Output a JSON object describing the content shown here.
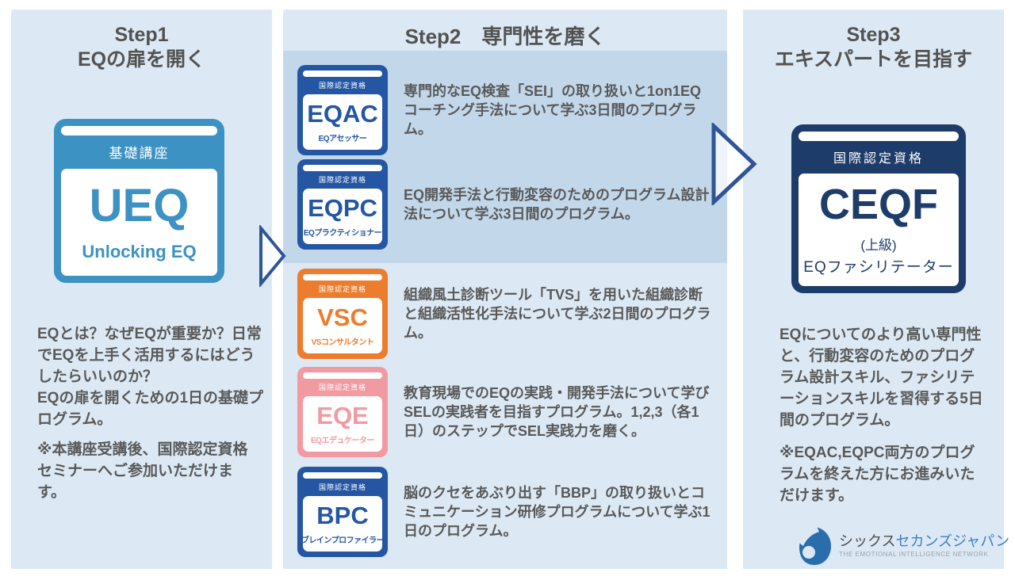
{
  "colors": {
    "panel_bg": "#dce9f5",
    "band_highlight": "#c3d7eb",
    "ueq_teal": "#3c92c2",
    "cert_blue": "#2456a4",
    "cert_orange": "#ec7c2e",
    "cert_pink": "#f29aa2",
    "ceqf_navy": "#1e3c69",
    "arrow_stroke": "#2f5597",
    "logo_blue": "#2a6dad"
  },
  "step1": {
    "title_line1": "Step1",
    "title_line2": "EQの扉を開く",
    "badge": {
      "band": "基礎講座",
      "acronym": "UEQ",
      "subtitle": "Unlocking EQ"
    },
    "description": "EQとは？なぜEQが重要か？日常でEQを上手く活用するにはどうしたらいいのか？\nEQの扉を開くための1日の基礎プログラム。",
    "note": "※本講座受講後、国際認定資格セミナーへご参加いただけます。"
  },
  "step2": {
    "title": "Step2　専門性を磨く",
    "rows": [
      {
        "band": "国際認定資格",
        "acronym": "EQAC",
        "subtitle": "EQアセッサー",
        "color": "#2456a4",
        "description": "専門的なEQ検査「SEI」の取り扱いと1on1EQコーチング手法について学ぶ3日間のプログラム。"
      },
      {
        "band": "国際認定資格",
        "acronym": "EQPC",
        "subtitle": "EQプラクティショナー",
        "color": "#2456a4",
        "description": "EQ開発手法と行動変容のためのプログラム設計法について学ぶ3日間のプログラム。"
      },
      {
        "band": "国際認定資格",
        "acronym": "VSC",
        "subtitle": "VSコンサルタント",
        "color": "#ec7c2e",
        "description": "組織風土診断ツール「TVS」を用いた組織診断と組織活性化手法について学ぶ2日間のプログラム。"
      },
      {
        "band": "国際認定資格",
        "acronym": "EQE",
        "subtitle": "EQエデュケーター",
        "color": "#f29aa2",
        "description": "教育現場でのEQの実践・開発手法について学びSELの実践者を目指すプログラム。1,2,3（各1日）のステップでSEL実践力を磨く。"
      },
      {
        "band": "国際認定資格",
        "acronym": "BPC",
        "subtitle": "ブレインプロファイラー",
        "color": "#2456a4",
        "description": "脳のクセをあぶり出す「BBP」の取り扱いとコミュニケーション研修プログラムについて学ぶ1日のプログラム。"
      }
    ]
  },
  "step3": {
    "title_line1": "Step3",
    "title_line2": "エキスパートを目指す",
    "badge": {
      "band": "国際認定資格",
      "acronym": "CEQF",
      "subtitle_line1": "(上級)",
      "subtitle_line2": "EQファシリテーター"
    },
    "description": "EQについてのより高い専門性と、行動変容のためのプログラム設計スキル、ファシリテーションスキルを習得する5日間のプログラム。",
    "note": "※EQAC,EQPC両方のプログラムを終えた方にお進みいただけます。",
    "logo": {
      "name_gray": "シックス",
      "name_blue": "セカンズジャパン",
      "tagline": "THE EMOTIONAL INTELLIGENCE NETWORK"
    }
  }
}
